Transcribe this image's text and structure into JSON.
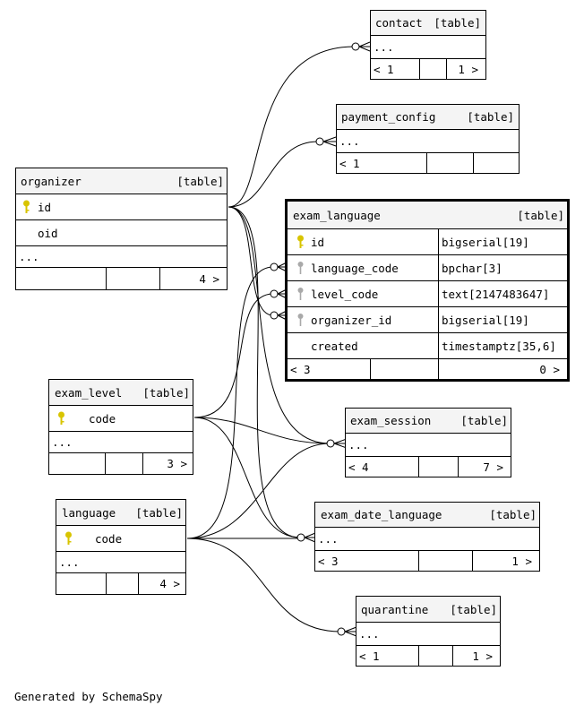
{
  "colors": {
    "primary_key": "#d8c400",
    "foreign_key": "#a9a9a9",
    "header_bg": "#f4f4f4",
    "line": "#000000"
  },
  "tables": {
    "contact": {
      "name": "contact",
      "type": "[table]",
      "more": "...",
      "parents": "< 1",
      "children": "1 >"
    },
    "payment_config": {
      "name": "payment_config",
      "type": "[table]",
      "more": "...",
      "parents": "< 1",
      "children": ""
    },
    "organizer": {
      "name": "organizer",
      "type": "[table]",
      "columns": [
        {
          "name": "id",
          "type": "",
          "key": "primary"
        },
        {
          "name": "oid",
          "type": "",
          "key": "none"
        }
      ],
      "more": "...",
      "parents": "",
      "children": "4 >"
    },
    "exam_language": {
      "name": "exam_language",
      "type": "[table]",
      "columns": [
        {
          "name": "id",
          "type": "bigserial[19]",
          "key": "primary"
        },
        {
          "name": "language_code",
          "type": "bpchar[3]",
          "key": "foreign"
        },
        {
          "name": "level_code",
          "type": "text[2147483647]",
          "key": "foreign"
        },
        {
          "name": "organizer_id",
          "type": "bigserial[19]",
          "key": "foreign"
        },
        {
          "name": "created",
          "type": "timestamptz[35,6]",
          "key": "none"
        }
      ],
      "parents": "< 3",
      "children": "0 >"
    },
    "exam_level": {
      "name": "exam_level",
      "type": "[table]",
      "columns": [
        {
          "name": "code",
          "type": "",
          "key": "primary"
        }
      ],
      "more": "...",
      "parents": "",
      "children": "3 >"
    },
    "exam_session": {
      "name": "exam_session",
      "type": "[table]",
      "more": "...",
      "parents": "< 4",
      "children": "7 >"
    },
    "language": {
      "name": "language",
      "type": "[table]",
      "columns": [
        {
          "name": "code",
          "type": "",
          "key": "primary"
        }
      ],
      "more": "...",
      "parents": "",
      "children": "4 >"
    },
    "exam_date_language": {
      "name": "exam_date_language",
      "type": "[table]",
      "more": "...",
      "parents": "< 3",
      "children": "1 >"
    },
    "quarantine": {
      "name": "quarantine",
      "type": "[table]",
      "more": "...",
      "parents": "< 1",
      "children": "1 >"
    }
  },
  "relationships": [
    {
      "from": "organizer.id",
      "to": "contact"
    },
    {
      "from": "organizer.id",
      "to": "payment_config"
    },
    {
      "from": "organizer.id",
      "to": "exam_language.organizer_id"
    },
    {
      "from": "organizer.id",
      "to": "exam_session"
    },
    {
      "from": "organizer.id",
      "to": "exam_date_language"
    },
    {
      "from": "exam_level.code",
      "to": "exam_language.level_code"
    },
    {
      "from": "exam_level.code",
      "to": "exam_session"
    },
    {
      "from": "exam_level.code",
      "to": "exam_date_language"
    },
    {
      "from": "language.code",
      "to": "exam_language.language_code"
    },
    {
      "from": "language.code",
      "to": "exam_session"
    },
    {
      "from": "language.code",
      "to": "exam_date_language"
    },
    {
      "from": "language.code",
      "to": "quarantine"
    }
  ],
  "footer": "Generated by SchemaSpy"
}
